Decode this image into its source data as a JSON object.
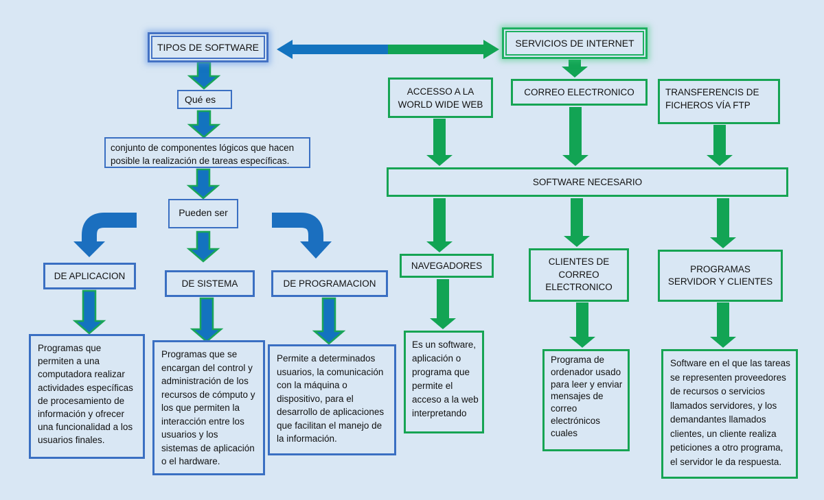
{
  "diagram": {
    "colors": {
      "background": "#d9e7f4",
      "blue_arrow": "#1373bf",
      "blue_border": "#3a6fc2",
      "green_arrow": "#12a454",
      "green_border": "#16a453"
    },
    "left": {
      "root": "TIPOS DE SOFTWARE",
      "what_is": "Qué es",
      "definition": "conjunto de componentes lógicos que hacen posible la realización de tareas específicas.",
      "can_be": "Pueden ser",
      "types": [
        {
          "title": "DE APLICACION",
          "description": "Programas que permiten a una computadora realizar actividades específicas de procesamiento de información y ofrecer una funcionalidad a los usuarios finales."
        },
        {
          "title": "DE SISTEMA",
          "description": "Programas que se encargan del control y administración de los recursos de cómputo y los que permiten la interacción entre los usuarios y los sistemas de aplicación o el hardware."
        },
        {
          "title": "DE PROGRAMACION",
          "description": "Permite a determinados usuarios, la comunicación con la máquina o dispositivo, para el desarrollo de aplicaciones que facilitan el manejo de la información."
        }
      ]
    },
    "right": {
      "root": "SERVICIOS DE INTERNET",
      "services": [
        {
          "title": "ACCESSO A LA WORLD WIDE WEB"
        },
        {
          "title": "CORREO ELECTRONICO"
        },
        {
          "title": "TRANSFERENCIS DE FICHEROS VÍA FTP"
        }
      ],
      "required": "SOFTWARE NECESARIO",
      "software": [
        {
          "title": "NAVEGADORES",
          "description": "Es un software, aplicación o programa que permite el acceso a la web interpretando"
        },
        {
          "title": "CLIENTES DE CORREO ELECTRONICO",
          "description": "Programa de ordenador usado para leer y enviar mensajes de correo electrónicos cuales"
        },
        {
          "title": "PROGRAMAS SERVIDOR Y CLIENTES",
          "description": "Software en el que las tareas se representen proveedores de recursos o servicios llamados servidores, y los demandantes llamados clientes, un cliente realiza peticiones a otro programa, el servidor le da respuesta."
        }
      ]
    }
  }
}
